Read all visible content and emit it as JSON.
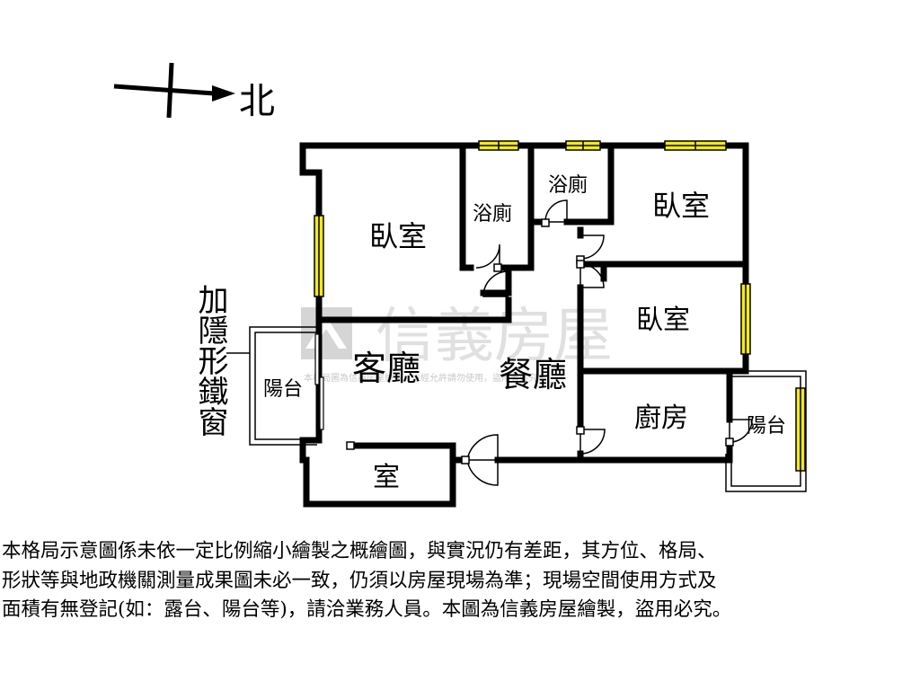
{
  "compass": {
    "north_label": "北"
  },
  "rooms": {
    "bedroom_main": "臥室",
    "bathroom_1": "浴廁",
    "bathroom_2": "浴廁",
    "bedroom_ne": "臥室",
    "bedroom_e": "臥室",
    "living_room": "客廳",
    "dining_room": "餐廳",
    "kitchen": "廚房",
    "balcony_w": "陽台",
    "balcony_e": "陽台",
    "small_room": "室"
  },
  "annotation": {
    "iron_window": "加隱形鐵窗"
  },
  "watermark": {
    "brand": "信義房屋",
    "notice": "本格局圖為信義房屋繪製，未經允許請勿使用，盜用者必究"
  },
  "disclaimer": {
    "lines": [
      "本格局示意圖係未依一定比例縮小繪製之概繪圖，與實況仍有差距，其方位、格局、",
      "形狀等與地政機關測量成果圖未必一致，仍須以房屋現場為準；現場空間使用方式及",
      "面積有無登記(如：露台、陽台等)，請洽業務人員。本圖為信義房屋繪製，盜用必究。"
    ]
  },
  "colors": {
    "wall": "#000000",
    "window": "#f2ea1a",
    "watermark": "#c8c8c8"
  }
}
